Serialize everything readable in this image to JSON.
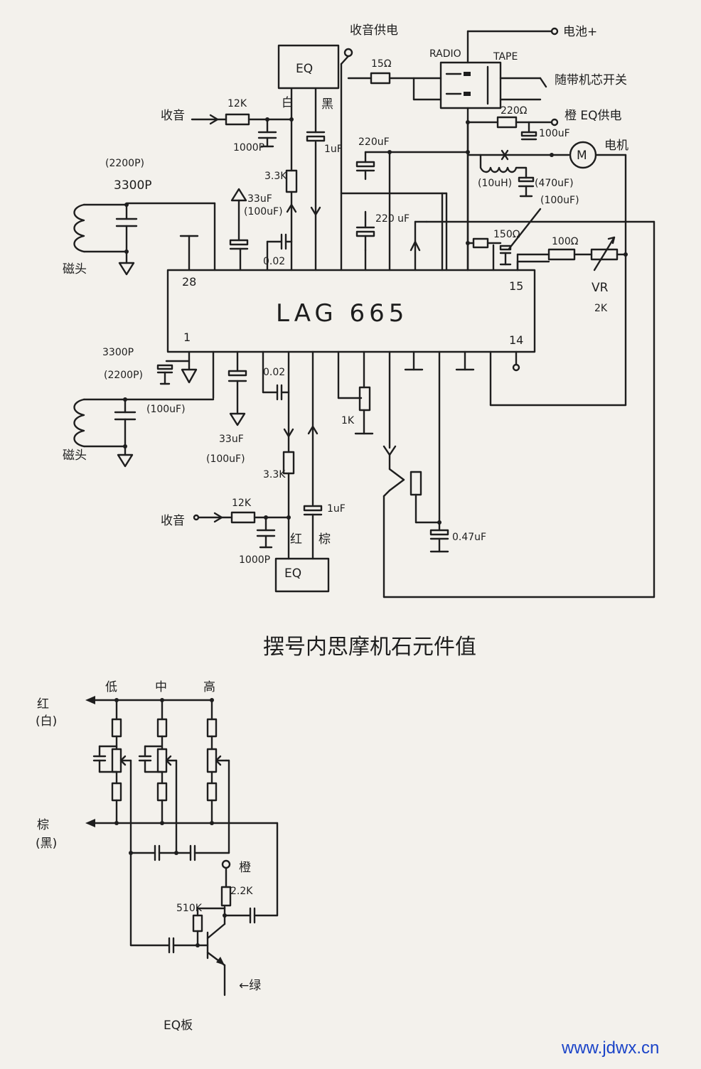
{
  "labels": {
    "eq_top": "EQ",
    "eq_bottom": "EQ",
    "ic_name": "LAG 665",
    "radio_power": "收音供电",
    "battery_plus": "电池+",
    "radio": "RADIO",
    "tape": "TAPE",
    "switch": "随带机芯开关",
    "eq_power": "橙 EQ供电",
    "motor_symbol": "M",
    "motor": "电机",
    "vr": "VR",
    "vr_value": "2K",
    "head_top": "磁头",
    "head_bottom": "磁头",
    "radio_in_top": "收音",
    "radio_in_bottom": "收音",
    "white": "白",
    "black": "黑",
    "red": "红",
    "brown": "棕",
    "title": "摆号内思摩机石元件值",
    "eq_red_white": "红\n(白)",
    "eq_brown_black": "棕\n(黑)",
    "low": "低",
    "mid": "中",
    "high": "高",
    "orange": "橙",
    "green": "←绿",
    "eq_board": "EQ板",
    "website": "www.jdwx.cn"
  },
  "components": {
    "r_15ohm": "15Ω",
    "r_12k_top": "12K",
    "r_12k_bottom": "12K",
    "c_1000p_top": "1000P",
    "c_1000p_bottom": "1000P",
    "r_33k_top": "3.3K",
    "r_33k_bottom": "3.3K",
    "c_1uf_top": "1uF",
    "c_1uf_bottom": "1uF",
    "c_2200p_paren_top": "(2200P)",
    "c_3300p_top": "3300P",
    "c_3300p_bottom": "3300P",
    "c_2200p_paren_bottom": "(2200P)",
    "c_33uf_top": "33uF",
    "c_100uf_paren_top": "(100uF)",
    "c_33uf_bottom": "33uF",
    "c_100uf_paren_bottom": "(100uF)",
    "c_002_top": "0.02",
    "c_002_bottom": "0.02",
    "c_220uf_a": "220uF",
    "c_220uf_b": "220\nuF",
    "r_220ohm": "220Ω",
    "c_100uf": "100uF",
    "l_10uh": "(10uH)",
    "c_470uf": "(470uF)",
    "c_100uf_paren_mid": "(100uF)",
    "r_150ohm": "150Ω",
    "r_100ohm": "100Ω",
    "c_100uf_paren_pin1": "(100uF)",
    "r_1k": "1K",
    "c_047uf": "0.47uF",
    "r_22k": "2.2K",
    "r_510k": "510K"
  },
  "pins": {
    "p28": "28",
    "p15": "15",
    "p1": "1",
    "p14": "14"
  }
}
